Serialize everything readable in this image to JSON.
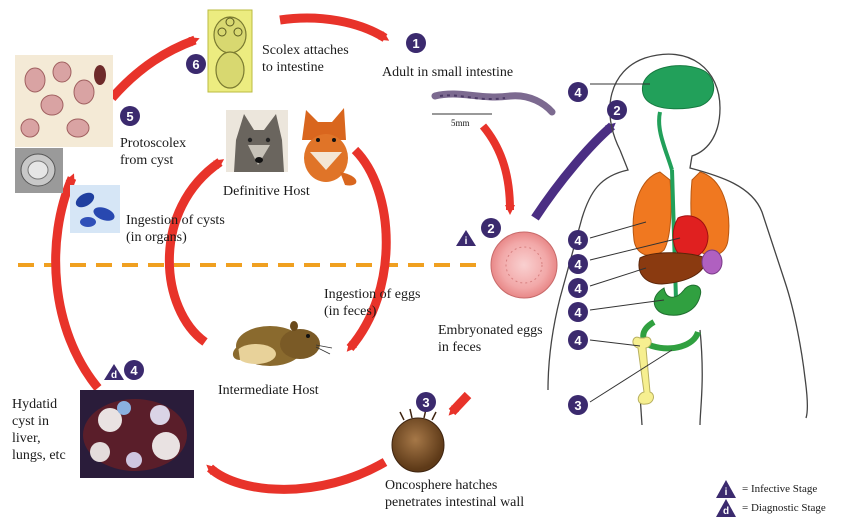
{
  "labels": {
    "scolex": "Scolex attaches",
    "scolex_2": "to intestine",
    "adult": "Adult in small intestine",
    "protoscolex": "Protoscolex",
    "protoscolex_2": "from cyst",
    "definitive_host": "Definitive Host",
    "ingestion_cysts": "Ingestion of cysts",
    "ingestion_cysts_2": "(in organs)",
    "ingestion_eggs": "Ingestion of eggs",
    "ingestion_eggs_2": "(in feces)",
    "embryonated": "Embryonated eggs",
    "embryonated_2": "in feces",
    "intermediate_host": "Intermediate Host",
    "hydatid": "Hydatid",
    "hydatid_2": "cyst in",
    "hydatid_3": "liver,",
    "hydatid_4": "lungs, etc",
    "oncosphere": "Oncosphere hatches",
    "oncosphere_2": "penetrates intestinal wall",
    "scale_bar": "5mm"
  },
  "legend": {
    "infective_symbol": "i",
    "infective": "= Infective Stage",
    "diagnostic_symbol": "d",
    "diagnostic": "= Diagnostic Stage"
  },
  "steps": {
    "s1": "1",
    "s2": "2",
    "s3": "3",
    "s4": "4",
    "s5": "5",
    "s6": "6"
  },
  "colors": {
    "arrow_red": "#e8332a",
    "arrow_purple": "#4b2e83",
    "badge": "#3b2a6e",
    "divider": "#f0a020",
    "brain": "#22a05a",
    "lung": "#f07820",
    "liver": "#8a3a10",
    "heart": "#e02020",
    "spleen": "#b060c0",
    "intestine": "#30a040",
    "bone": "#f6ef90"
  }
}
